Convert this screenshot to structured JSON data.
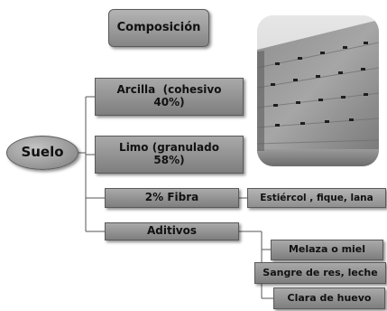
{
  "title": "Composición",
  "root": "Suelo",
  "branches": {
    "clay": [
      "Arcilla  (cohesivo",
      "40%)"
    ],
    "silt": [
      "Limo (granulado",
      "58%)"
    ],
    "fiber": "2% Fibra",
    "additives": "Aditivos"
  },
  "fiber_examples": "Estiércol , fique, lana",
  "additive_items": [
    "Melaza o miel",
    "Sangre de res, leche",
    "Clara de huevo"
  ],
  "photo": {
    "subject": "rammed-earth wall"
  }
}
